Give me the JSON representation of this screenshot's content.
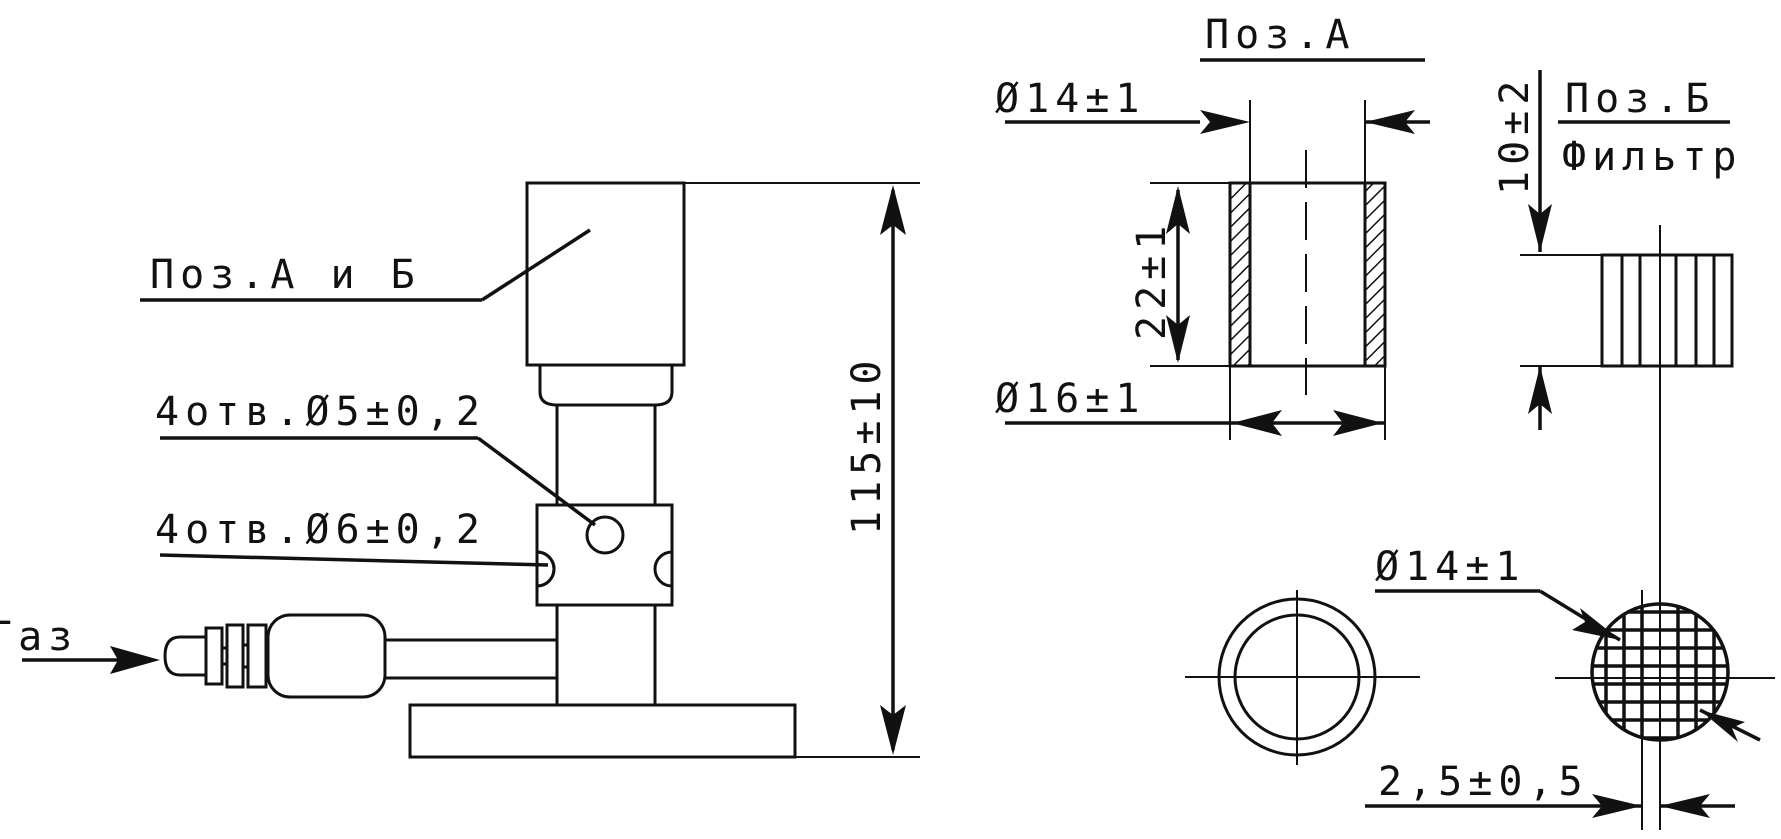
{
  "labels": {
    "pos_a_and_b": "Поз.А и Б",
    "holes_5": "4отв.Ø5±0,2",
    "holes_6": "4отв.Ø6±0,2",
    "gas": "Газ",
    "height_dim": "115±10",
    "pos_a_title": "Поз.А",
    "pos_a_outer_dia": "Ø14±1",
    "pos_a_height": "22±1",
    "pos_a_inner_dia": "Ø16±1",
    "pos_b_title": "Поз.Б",
    "pos_b_subtitle": "Фильтр",
    "pos_b_height": "10±2",
    "pos_b_dia": "Ø14±1",
    "mesh_pitch": "2,5±0,5"
  },
  "colors": {
    "line": "#111111",
    "background": "#ffffff"
  }
}
